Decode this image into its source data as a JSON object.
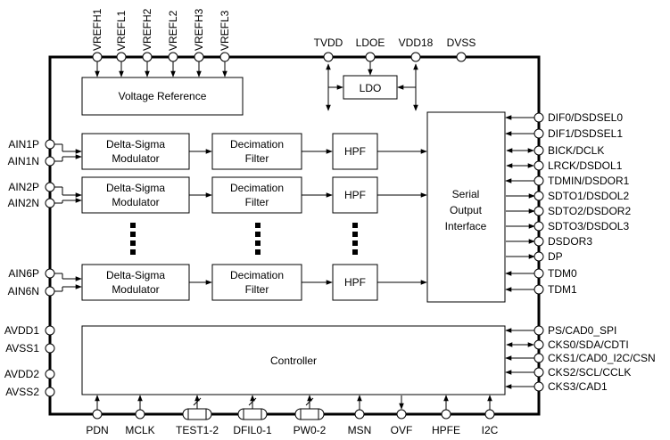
{
  "top_pins_left": [
    "VREFH1",
    "VREFL1",
    "VREFH2",
    "VREFL2",
    "VREFH3",
    "VREFL3"
  ],
  "top_pins_right": [
    "TVDD",
    "LDOE",
    "VDD18",
    "DVSS"
  ],
  "left_pins": [
    "AIN1P",
    "AIN1N",
    "AIN2P",
    "AIN2N",
    "AIN6P",
    "AIN6N",
    "AVDD1",
    "AVSS1",
    "AVDD2",
    "AVSS2"
  ],
  "right_pins": [
    "DIF0/DSDSEL0",
    "DIF1/DSDSEL1",
    "BICK/DCLK",
    "LRCK/DSDOL1",
    "TDMIN/DSDOR1",
    "SDTO1/DSDOL2",
    "SDTO2/DSDOR2",
    "SDTO3/DSDOL3",
    "DSDOR3",
    "DP",
    "TDM0",
    "TDM1",
    "PS/CAD0_SPI",
    "CKS0/SDA/CDTI",
    "CKS1/CAD0_I2C/CSN",
    "CKS2/SCL/CCLK",
    "CKS3/CAD1"
  ],
  "bottom_pins": [
    "PDN",
    "MCLK",
    "TEST1-2",
    "DFIL0-1",
    "PW0-2",
    "MSN",
    "OVF",
    "HPFE",
    "I2C"
  ],
  "blocks": {
    "voltage_reference": "Voltage Reference",
    "ldo": "LDO",
    "dsm": [
      "Delta-Sigma",
      "Modulator"
    ],
    "decim": [
      "Decimation",
      "Filter"
    ],
    "hpf": "HPF",
    "serial": [
      "Serial",
      "Output",
      "Interface"
    ],
    "controller": "Controller"
  }
}
